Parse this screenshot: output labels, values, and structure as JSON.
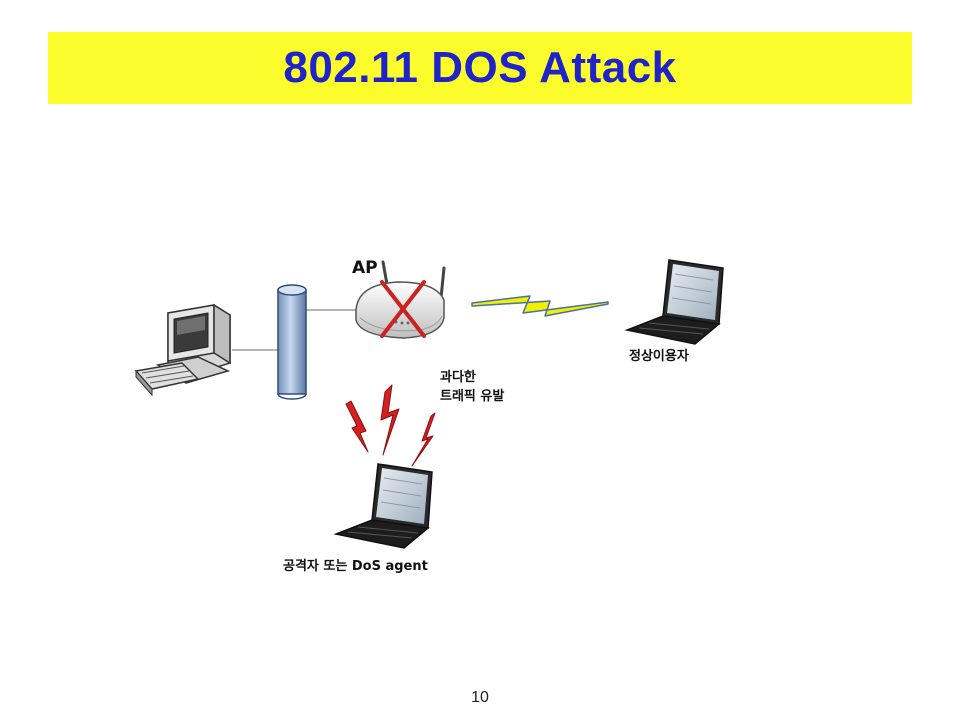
{
  "title": "802.11 DOS Attack",
  "labels": {
    "ap": "AP",
    "normal_user": "정상이용자",
    "traffic_line1": "과다한",
    "traffic_line2": "트래픽 유발",
    "attacker": "공격자 또는 DoS agent"
  },
  "page_number": "10",
  "colors": {
    "title_bg": "#fcfc2c",
    "title_text": "#1f24c8",
    "block_mark": "#cc2222",
    "attack_bolt": "#d42020",
    "link_bolt": "#f0f000"
  },
  "icons": [
    "desktop-computer-icon",
    "network-backbone-icon",
    "access-point-icon",
    "blocked-x-icon",
    "wireless-link-bolt-icon",
    "laptop-icon",
    "attack-bolt-icon"
  ]
}
